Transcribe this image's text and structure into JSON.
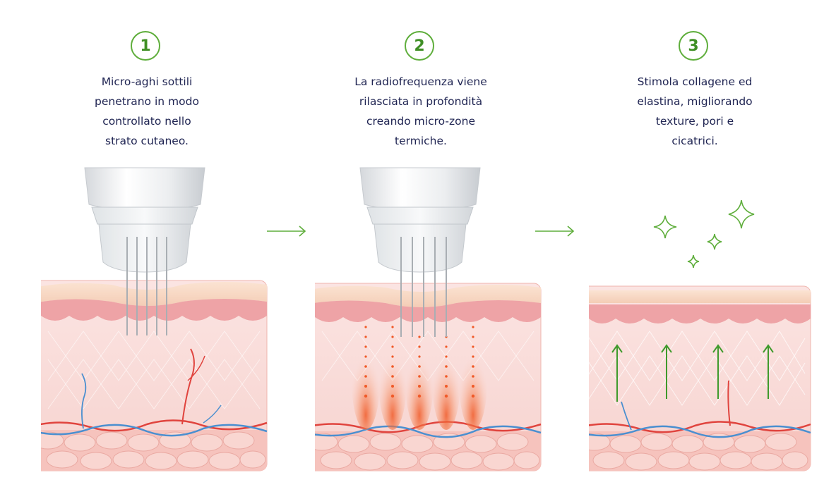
{
  "steps": [
    {
      "number": "1",
      "caption_lines": [
        "Micro-aghi sottili",
        "penetrano in modo",
        "controllato nello",
        "strato cutaneo."
      ]
    },
    {
      "number": "2",
      "caption_lines": [
        "La radiofrequenza viene",
        "rilasciata in profondità",
        "creando micro-zone",
        "termiche."
      ]
    },
    {
      "number": "3",
      "caption_lines": [
        "Stimola collagene ed",
        "elastina, migliorando",
        "texture, pori e",
        "cicatrici."
      ]
    }
  ],
  "colors": {
    "accent_green": "#5fae3c",
    "text_navy": "#1f2452",
    "skin_pink": "#f6c9c4",
    "heat_orange": "#f05a28",
    "vein_blue": "#4a8fd0",
    "artery_red": "#e0443e"
  },
  "icons": [
    "micro-needle-handpiece-icon",
    "skin-cross-section-icon",
    "heat-zone-icon",
    "collagen-arrow-icon",
    "sparkle-icon",
    "flow-arrow-icon"
  ]
}
